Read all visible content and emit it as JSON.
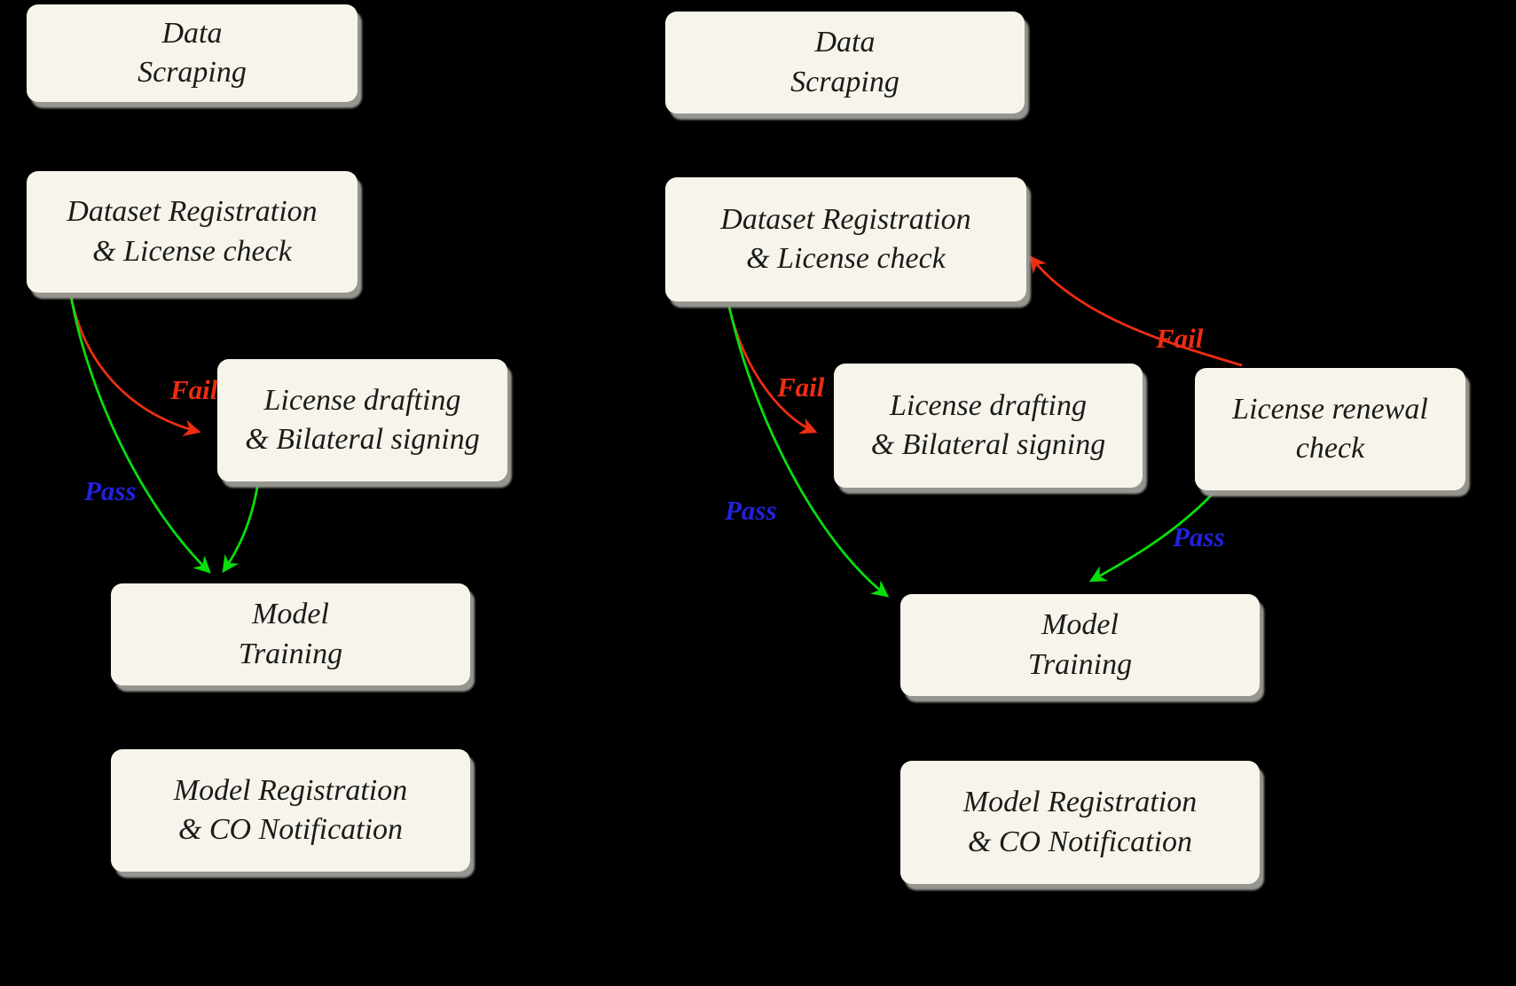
{
  "colors": {
    "background": "#000000",
    "box_fill": "#f7f5eb",
    "box_text": "#1b1b1b",
    "box_shadow": "#96958f",
    "fail_arrow_red": "#ee2d12",
    "pass_arrow_green": "#09dd0c",
    "pass_label_blue": "#2222dd"
  },
  "left_flow": {
    "boxes": {
      "data_scraping": "Data\nScraping",
      "dataset_registration": "Dataset Registration\n& License check",
      "license_drafting": "License drafting\n& Bilateral signing",
      "model_training": "Model\nTraining",
      "model_registration": "Model Registration\n& CO Notification"
    },
    "edge_labels": {
      "fail": "Fail",
      "pass": "Pass"
    }
  },
  "right_flow": {
    "boxes": {
      "data_scraping": "Data\nScraping",
      "dataset_registration": "Dataset Registration\n& License check",
      "license_drafting": "License drafting\n& Bilateral signing",
      "license_renewal": "License renewal\ncheck",
      "model_training": "Model\nTraining",
      "model_registration": "Model Registration\n& CO Notification"
    },
    "edge_labels": {
      "fail": "Fail",
      "pass": "Pass",
      "renewal_fail": "Fail",
      "renewal_pass": "Pass"
    }
  }
}
